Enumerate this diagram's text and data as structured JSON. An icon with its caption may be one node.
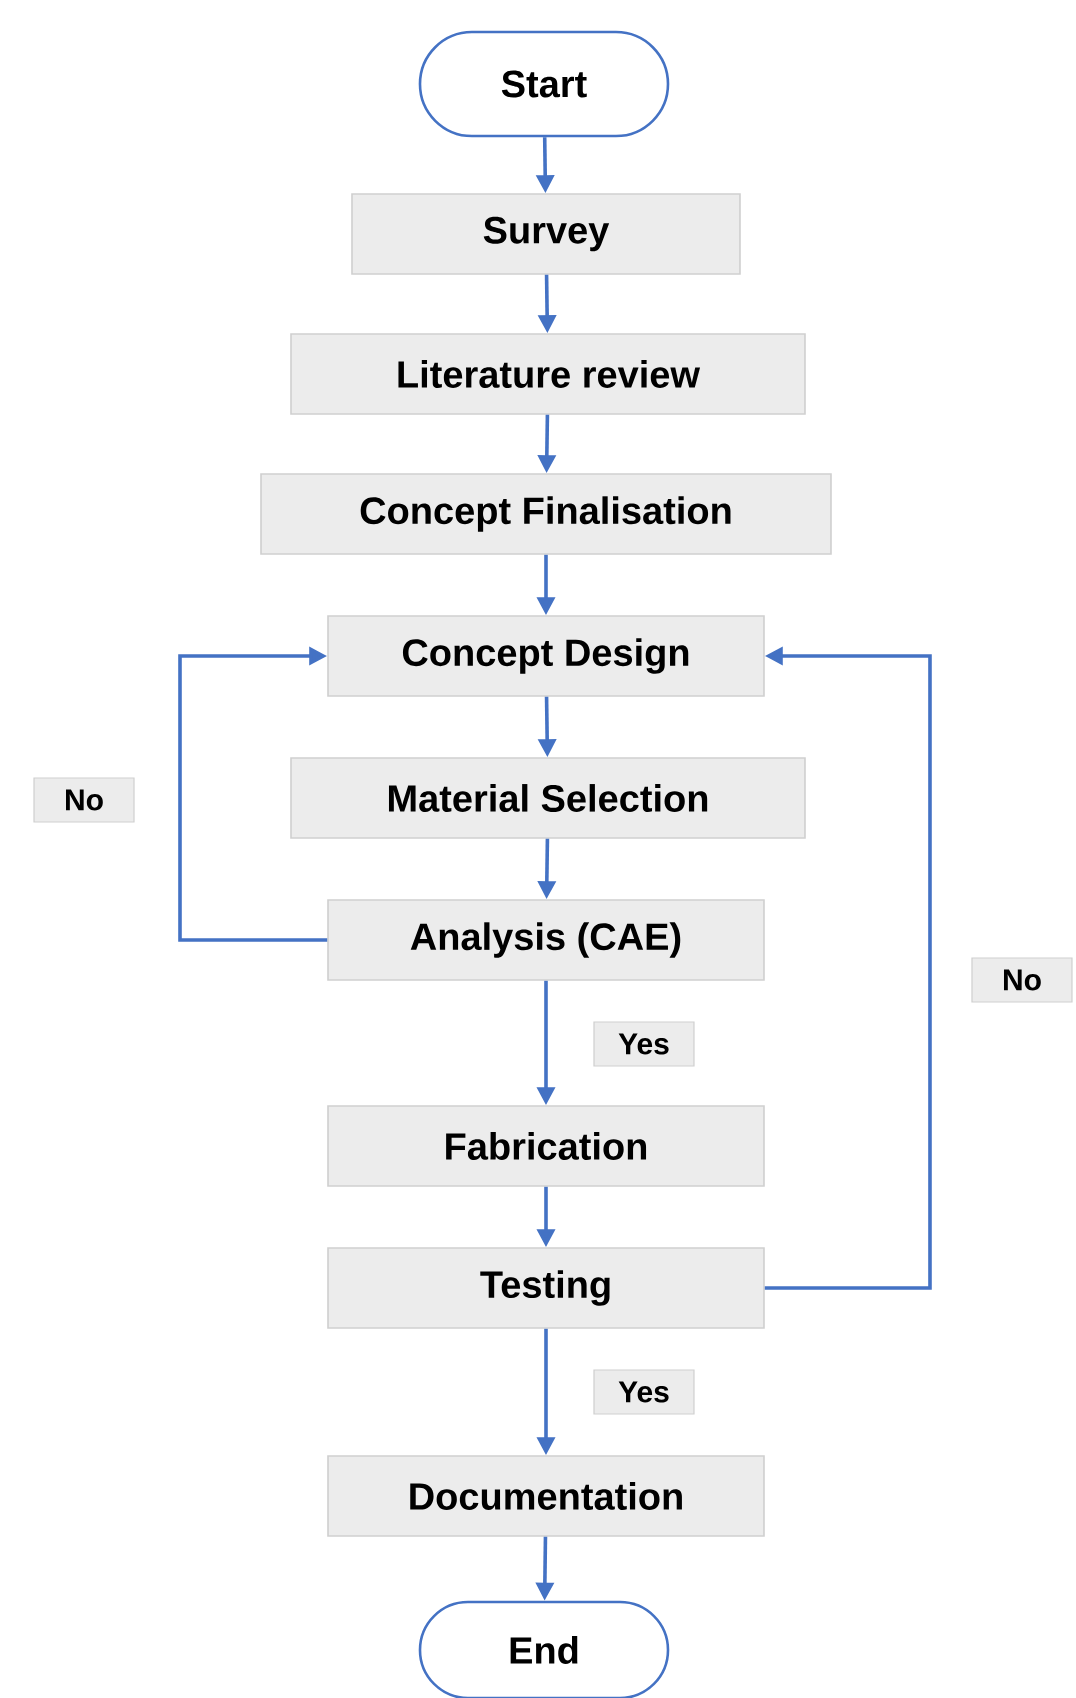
{
  "diagram": {
    "nodes": [
      {
        "text": [
          "Start"
        ]
      },
      {
        "text": [
          "Survey"
        ]
      },
      {
        "text": [
          "Literature review"
        ]
      },
      {
        "text": [
          "Concept Finalisation"
        ]
      },
      {
        "text": [
          "Concept Design"
        ]
      },
      {
        "text": [
          "Material Selection"
        ]
      },
      {
        "text": [
          "Analysis (CAE)"
        ]
      },
      {
        "text": [
          "Fabrication"
        ]
      },
      {
        "text": [
          "Testing"
        ]
      },
      {
        "text": [
          "Documentation"
        ]
      },
      {
        "text": [
          "End"
        ]
      }
    ],
    "edges": [
      {
        "from": 0,
        "to": 1,
        "arrow": "to"
      },
      {
        "from": 1,
        "to": 2,
        "arrow": "to"
      },
      {
        "from": 2,
        "to": 3,
        "arrow": "to"
      },
      {
        "from": 3,
        "to": 4,
        "arrow": "to"
      },
      {
        "from": 4,
        "to": 5,
        "arrow": "to"
      },
      {
        "from": 5,
        "to": 6,
        "arrow": "to"
      },
      {
        "from": 6,
        "to": 4,
        "arrow": "to",
        "label": "No"
      },
      {
        "from": 6,
        "to": 7,
        "arrow": "to",
        "label": "Yes"
      },
      {
        "from": 7,
        "to": 8,
        "arrow": "to"
      },
      {
        "from": 8,
        "to": 4,
        "arrow": "to",
        "label": "No"
      },
      {
        "from": 8,
        "to": 9,
        "arrow": "to",
        "label": "Yes"
      },
      {
        "from": 9,
        "to": 10,
        "arrow": "to"
      }
    ]
  }
}
